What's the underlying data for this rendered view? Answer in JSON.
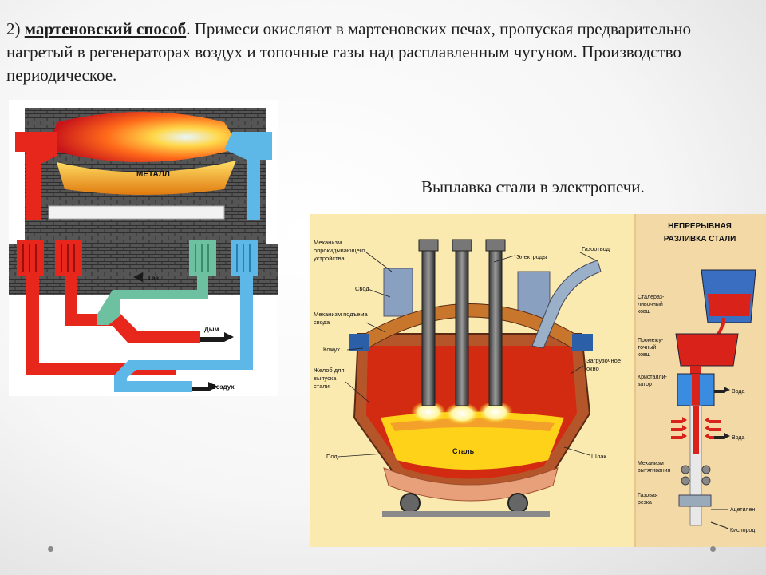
{
  "intro": {
    "number": "2)",
    "term": "мартеновский способ",
    "rest": ". Примеси окисляют в мартеновских печах, пропуская предварительно нагретый в регенераторах воздух и топочные газы над расплавленным чугуном. Производство периодическое."
  },
  "open_hearth": {
    "labels": {
      "metal": "МЕТАЛЛ",
      "gas": "Газ",
      "smoke": "Дым",
      "air": "Воздух"
    }
  },
  "caption": "Выплавка стали в электропечи.",
  "arc_furnace": {
    "labels": {
      "tilt": [
        "Механизм",
        "опрокидывающего",
        "устройства"
      ],
      "roof": "Свод",
      "roof_lift": [
        "Механизм подъема",
        "свода"
      ],
      "casing": "Кожух",
      "spout": [
        "Желоб для",
        "выпуска",
        "стали"
      ],
      "hearth": "Под",
      "electrodes": "Электроды",
      "gas_outlet": "Газоотвод",
      "charge_door": [
        "Загрузочное",
        "окно"
      ],
      "slag": "Шлак",
      "steel": "Сталь"
    }
  },
  "casting": {
    "title": [
      "НЕПРЕРЫВНАЯ",
      "РАЗЛИВКА СТАЛИ"
    ],
    "labels": {
      "ladle": [
        "Сталераз-",
        "ливочный",
        "ковш"
      ],
      "tundish": [
        "Промежу-",
        "точный",
        "ковш"
      ],
      "mold": [
        "Кристалли-",
        "затор"
      ],
      "water1": "Вода",
      "water2": "Вода",
      "withdrawal": [
        "Механизм",
        "вытягивания"
      ],
      "gas_cut": [
        "Газовая",
        "резка"
      ],
      "acetylene": "Ацетилен",
      "oxygen": "Кислород"
    }
  },
  "colors": {
    "brick": "#5a5a5a",
    "hot": "#e8271c",
    "cold": "#5db8e8",
    "gas": "#6dc0a0",
    "arc_bg": "#fbeab0",
    "casting_bg": "#f2d9a6"
  }
}
